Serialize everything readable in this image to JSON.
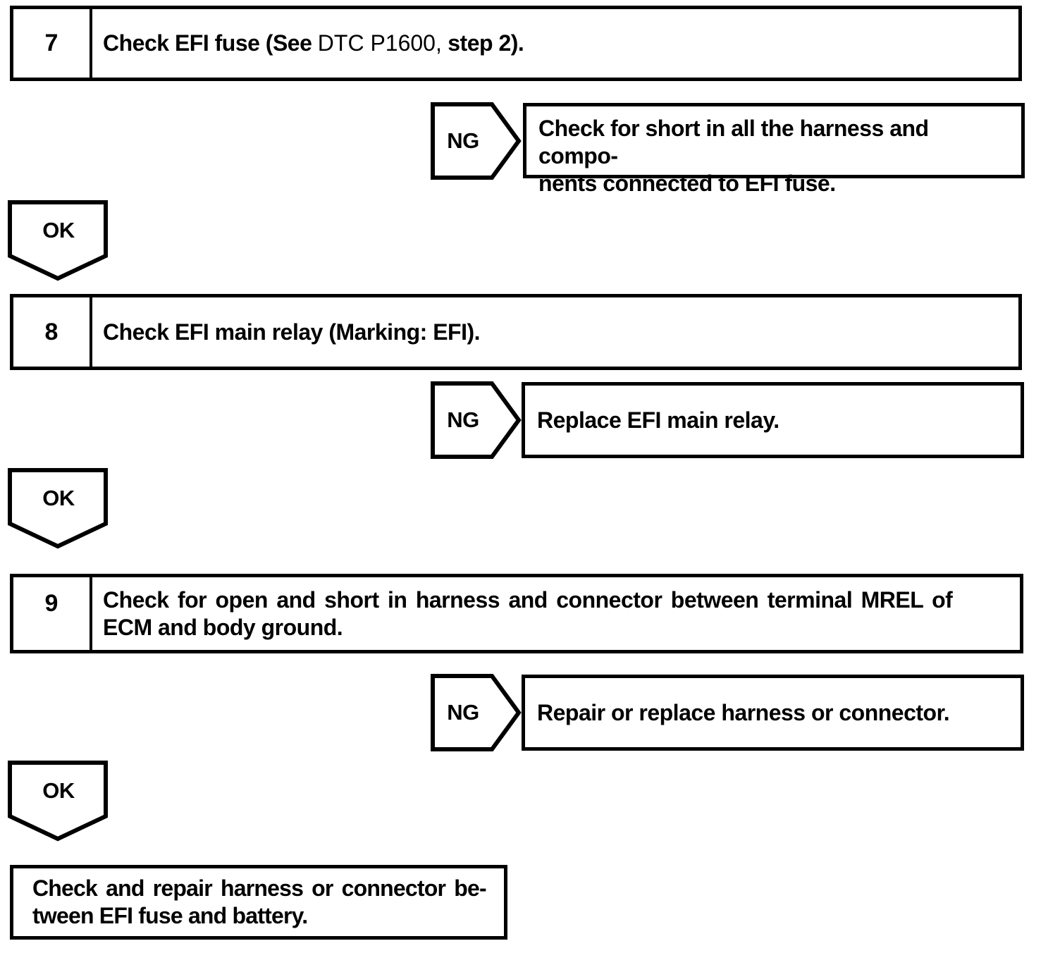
{
  "page": {
    "background_color": "#ffffff",
    "ink_color": "#000000"
  },
  "connectors": {
    "ng_label": "NG",
    "ok_label": "OK"
  },
  "steps": {
    "step7": {
      "number": "7",
      "text_before": "Check EFI fuse (See ",
      "text_ref": "DTC P1600,",
      "text_after": " step 2)."
    },
    "step8": {
      "number": "8",
      "text": "Check EFI main relay (Marking: EFI)."
    },
    "step9": {
      "number": "9",
      "line1": "Check for open and short in harness and connector between terminal MREL of",
      "line2": "ECM and body ground."
    }
  },
  "ng_actions": {
    "ng7": {
      "line1": "Check for short in all the harness and compo-",
      "line2": "nents connected to EFI fuse."
    },
    "ng8": {
      "text": "Replace EFI main relay."
    },
    "ng9": {
      "text": "Repair or replace harness or connector."
    }
  },
  "final_action": {
    "line1": "Check and repair harness or connector be-",
    "line2": "tween EFI fuse and battery."
  }
}
